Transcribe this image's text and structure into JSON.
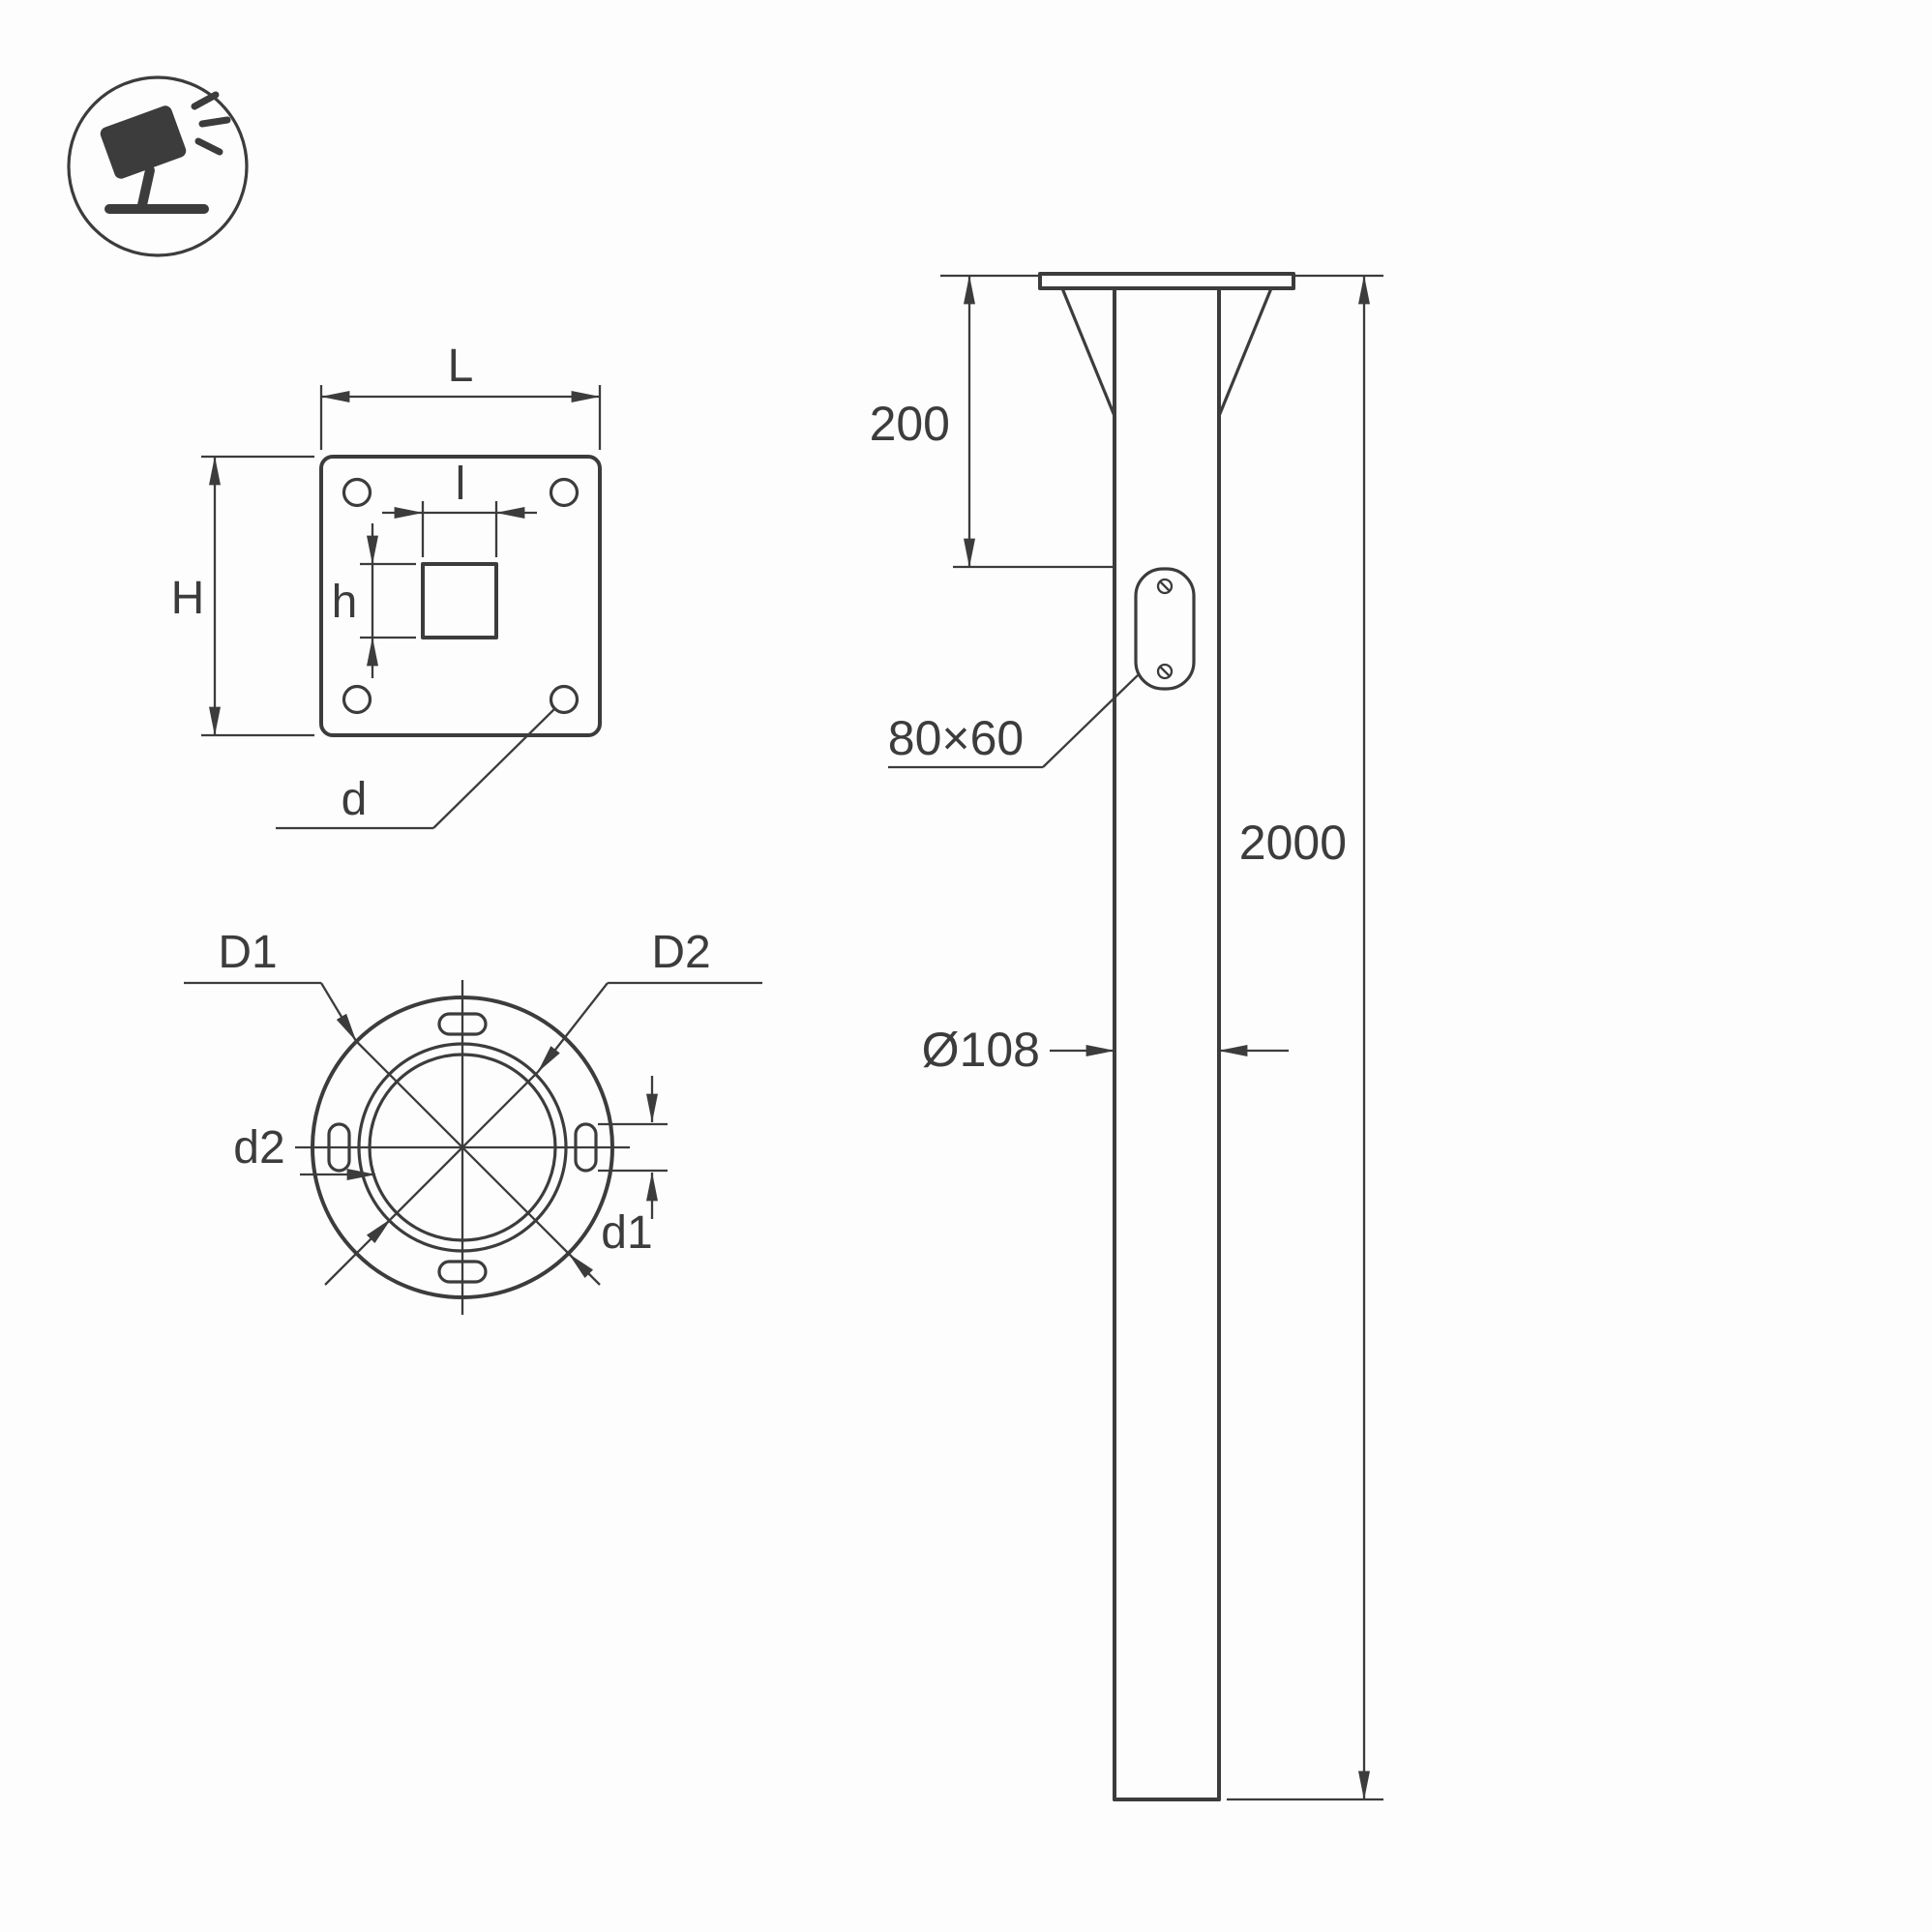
{
  "colors": {
    "line": "#3c3c3c",
    "background": "#fdfdfd"
  },
  "icons": {
    "badge": "floodlight-on-stand-icon"
  },
  "flange_view": {
    "L": "L",
    "H": "H",
    "l": "l",
    "h": "h",
    "d": "d"
  },
  "bottom_view": {
    "D1": "D1",
    "D2": "D2",
    "d1": "d1",
    "d2": "d2"
  },
  "side_view": {
    "offset_top": "200",
    "length": "2000",
    "hand_hole": "80×60",
    "diameter": "Ø108"
  }
}
